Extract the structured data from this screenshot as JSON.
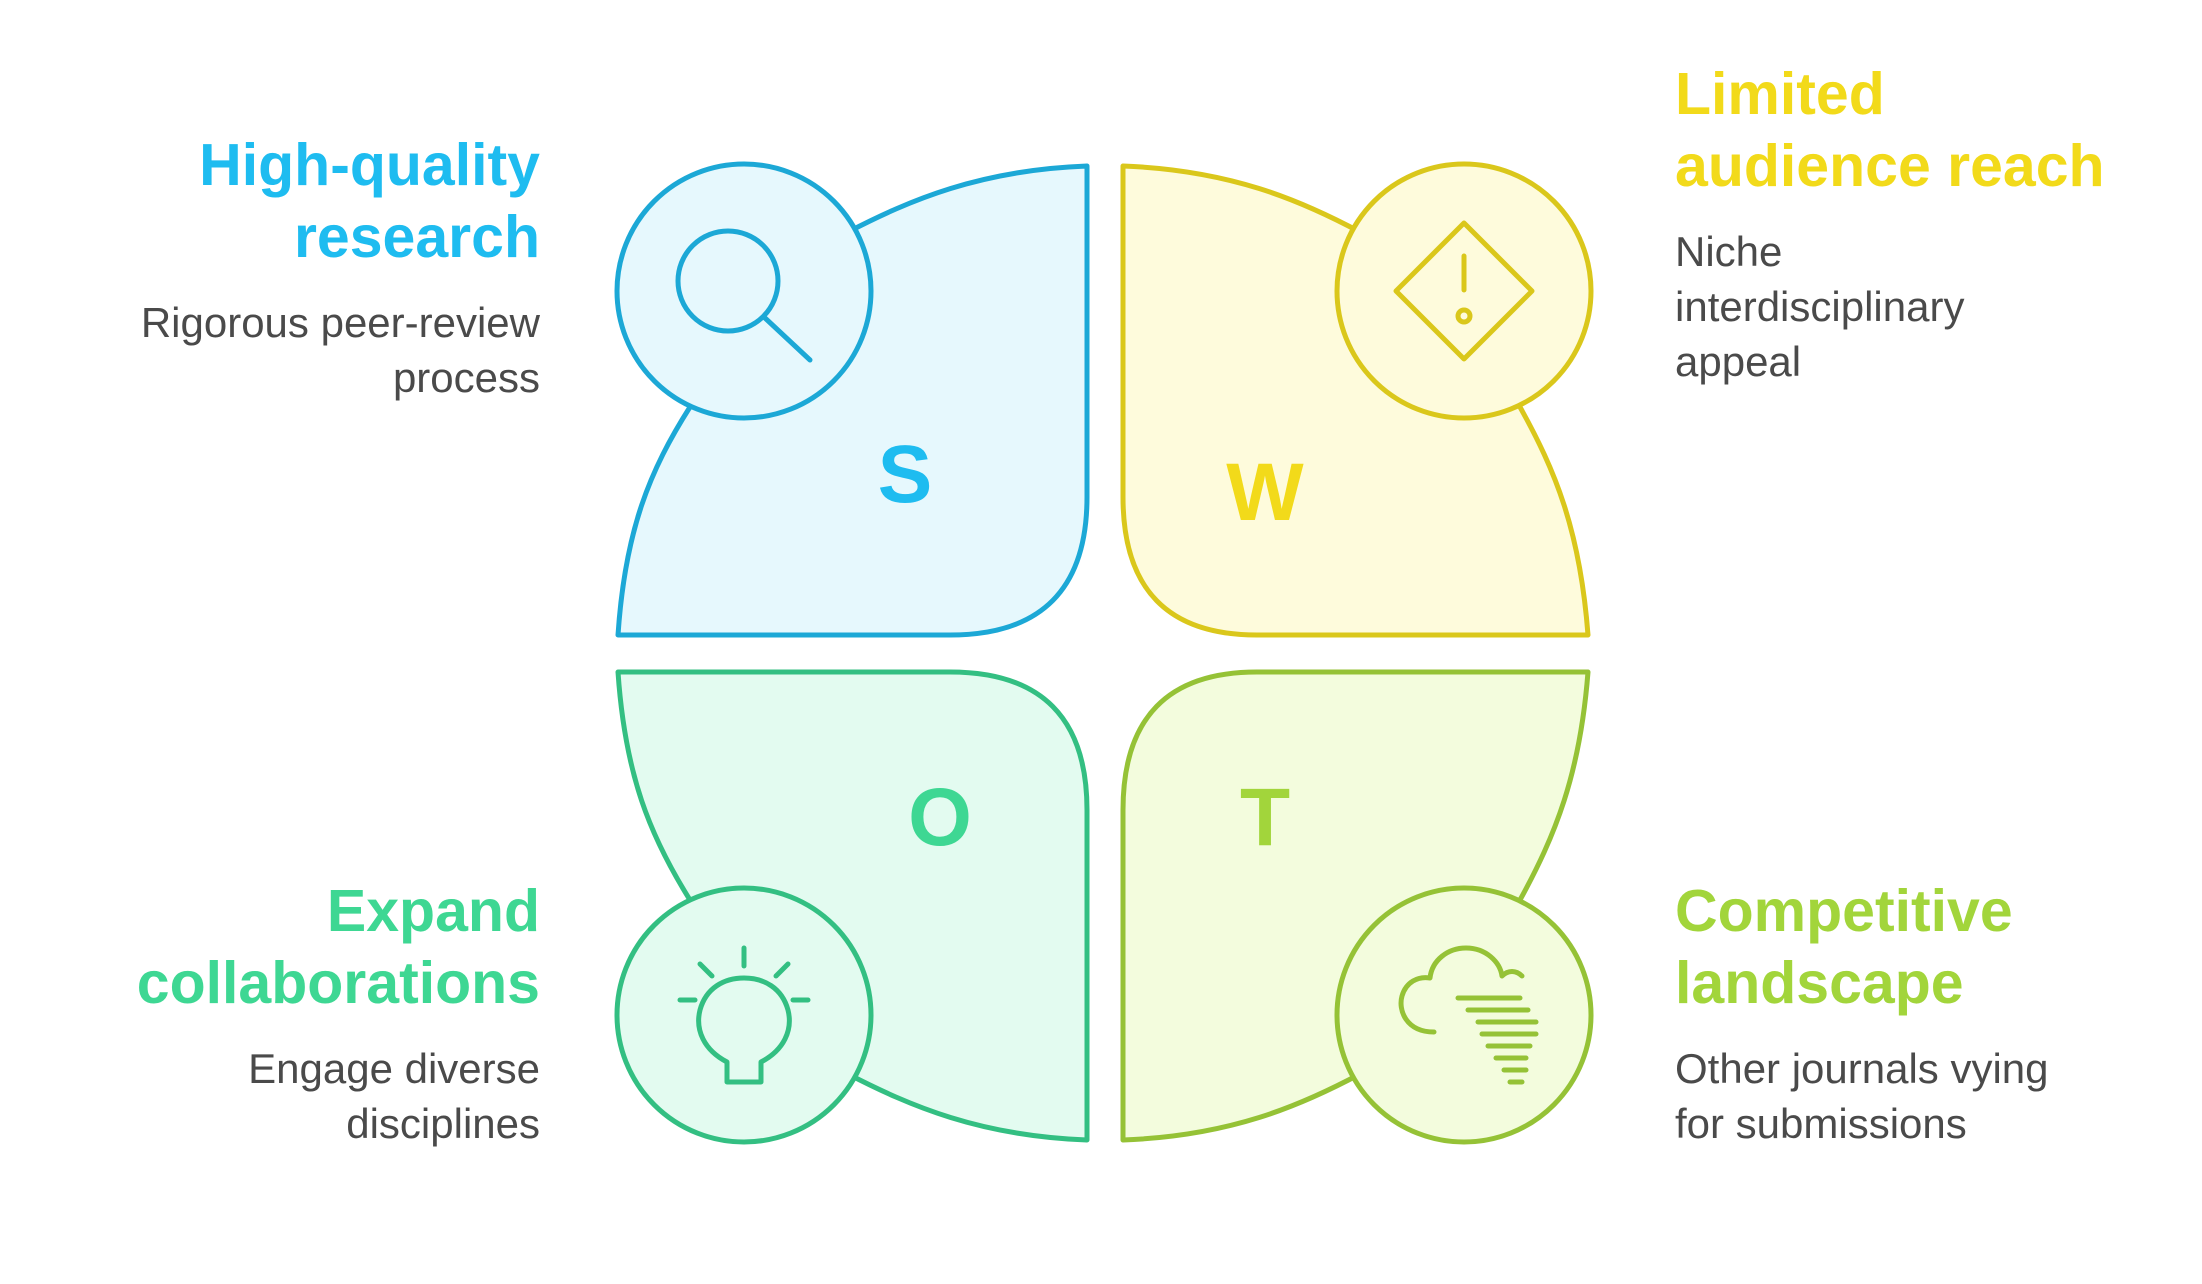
{
  "colors": {
    "strength": "#1EBCF0",
    "weakness": "#F2DA1A",
    "opportunity": "#3ED793",
    "threat": "#A2D53B",
    "desc_text": "#4a4a4a"
  },
  "quadrants": {
    "strength": {
      "letter": "S",
      "icon": "magnifier-icon",
      "title_lines": [
        "High-quality",
        "research"
      ],
      "desc_lines": [
        "Rigorous peer-review",
        "process"
      ]
    },
    "weakness": {
      "letter": "W",
      "icon": "warning-diamond-icon",
      "title_lines": [
        "Limited",
        "audience reach"
      ],
      "desc_lines": [
        "Niche",
        "interdisciplinary",
        "appeal"
      ]
    },
    "opportunity": {
      "letter": "O",
      "icon": "lightbulb-icon",
      "title_lines": [
        "Expand",
        "collaborations"
      ],
      "desc_lines": [
        "Engage diverse",
        "disciplines"
      ]
    },
    "threat": {
      "letter": "T",
      "icon": "storm-cloud-icon",
      "title_lines": [
        "Competitive",
        "landscape"
      ],
      "desc_lines": [
        "Other journals vying",
        "for submissions"
      ]
    }
  }
}
